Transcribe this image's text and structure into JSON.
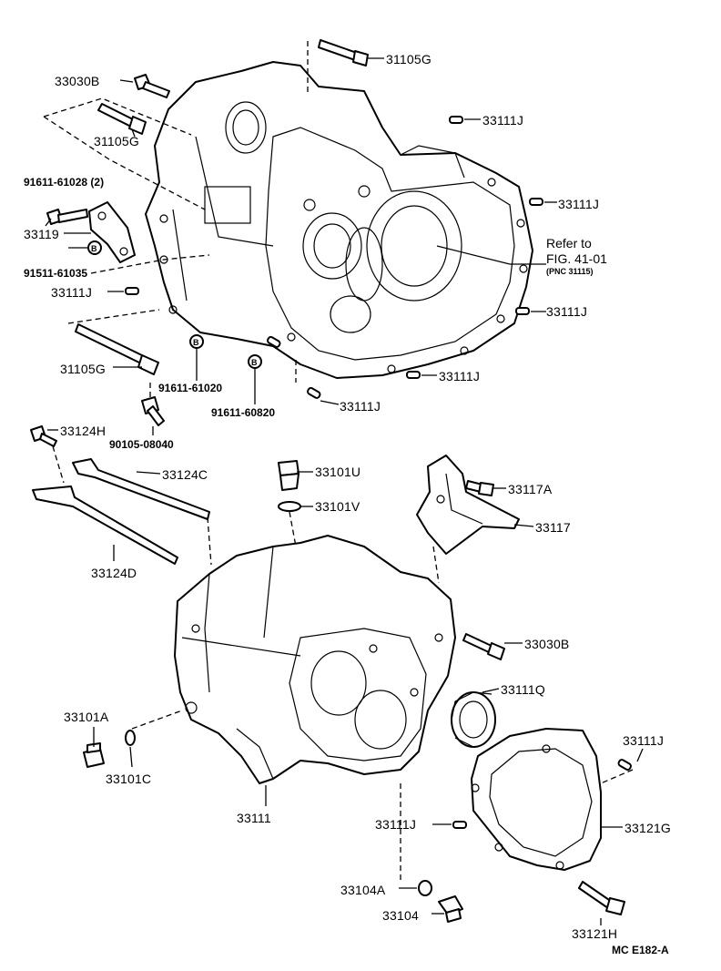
{
  "labels": {
    "p_31105G_top": "31105G",
    "p_33030B_top": "33030B",
    "p_31105G_left": "31105G",
    "p_91611_61028": "91611-61028 (2)",
    "p_33119": "33119",
    "p_91511_61035": "91511-61035",
    "p_33111J_left": "33111J",
    "p_31105G_bottom": "31105G",
    "p_91611_61020": "91611-61020",
    "p_91611_60820": "91611-60820",
    "p_90105_08040": "90105-08040",
    "p_33111J_r1": "33111J",
    "p_33111J_r2": "33111J",
    "p_refer_to": "Refer to",
    "p_fig": "FIG. 41-01",
    "p_pnc": "(PNC 31115)",
    "p_33111J_r3": "33111J",
    "p_33111J_r4": "33111J",
    "p_33111J_r5": "33111J",
    "p_33124H": "33124H",
    "p_33124C": "33124C",
    "p_33124D": "33124D",
    "p_33101U": "33101U",
    "p_33101V": "33101V",
    "p_33117A": "33117A",
    "p_33117": "33117",
    "p_33030B_mid": "33030B",
    "p_33111Q": "33111Q",
    "p_33101A": "33101A",
    "p_33101C": "33101C",
    "p_33111": "33111",
    "p_33111J_br": "33111J",
    "p_33111J_bm": "33111J",
    "p_33121G": "33121G",
    "p_33104A": "33104A",
    "p_33104": "33104",
    "p_33121H": "33121H",
    "p_code": "MC E182-A"
  },
  "marker_B": "B"
}
